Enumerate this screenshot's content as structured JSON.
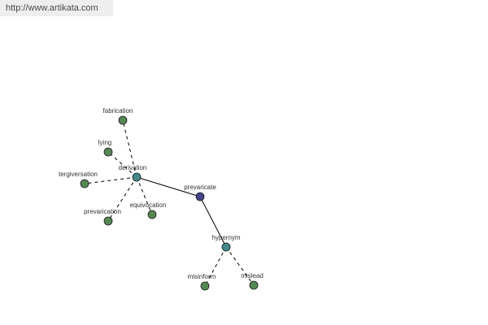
{
  "watermark": {
    "url": "http://www.artikata.com"
  },
  "graph": {
    "center": {
      "word": "prevaricate",
      "color": "#444488"
    },
    "relations": [
      {
        "type": "derivation",
        "color": "#448888",
        "words": [
          "fabrication",
          "lying",
          "tergiversation",
          "prevarication",
          "equivocation"
        ]
      },
      {
        "type": "hypernym",
        "color": "#448888",
        "words": [
          "misinform",
          "mislead"
        ]
      }
    ],
    "leaf_color": "#558855",
    "edge_color": "#000000"
  }
}
